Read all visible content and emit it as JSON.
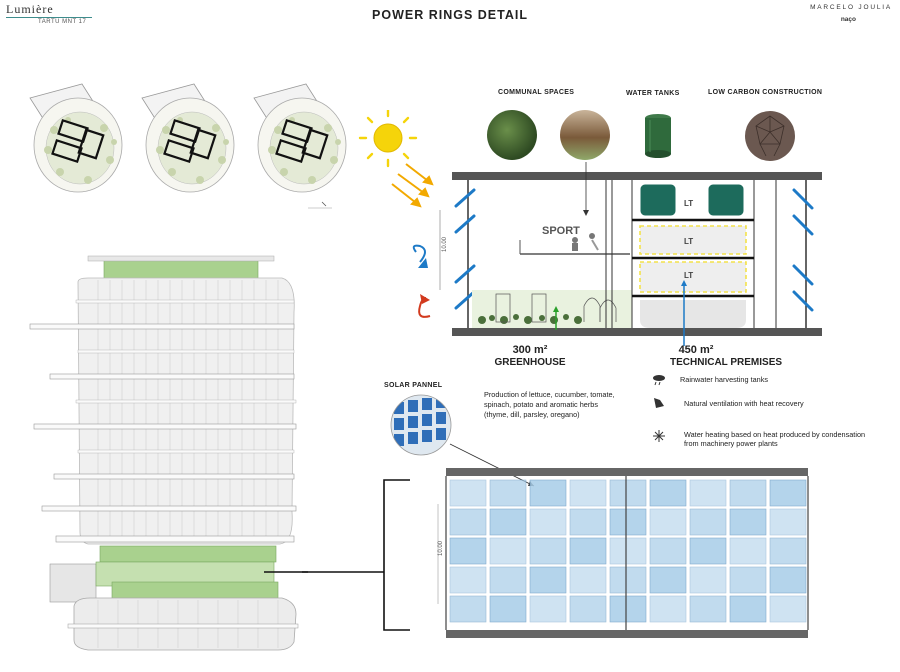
{
  "header": {
    "logo": "Lumière",
    "logo_sub": "TARTU MNT 17",
    "title": "POWER RINGS DETAIL",
    "brand": "MARCELO  JOULIA",
    "brand_sub": "naço"
  },
  "section": {
    "communal": "COMMUNAL SPACES",
    "water_tanks": "WATER TANKS",
    "low_carbon": "LOW CARBON CONSTRUCTION",
    "sport": "SPORT",
    "lt": [
      "LT",
      "LT",
      "LT"
    ],
    "dim": "10.00"
  },
  "areas": {
    "greenhouse_num": "300 m²",
    "greenhouse_label": "GREENHOUSE",
    "technical_num": "450 m²",
    "technical_label": "TECHNICAL PREMISES"
  },
  "legend": [
    {
      "icon": "rain-icon",
      "text": "Rainwater harvesting tanks"
    },
    {
      "icon": "wind-icon",
      "text": "Natural ventilation with heat recovery"
    },
    {
      "icon": "snowflake-icon",
      "text": "Water heating based on heat produced by condensation from machinery power plants"
    }
  ],
  "solar": {
    "label": "SOLAR PANNEL",
    "description": "Production of lettuce, cucumber, tomate, spinach, potato and aromatic herbs (thyme, dill, parsley, oregano)"
  },
  "facade": {
    "dim": "10.00"
  },
  "colors": {
    "teal": "#1d6b5c",
    "glass_blue": "#a8cde8",
    "frame_dark": "#3a3a3a",
    "green_ring": "#a9d18e",
    "arrow_orange": "#f2a900",
    "arrow_blue": "#1d7ac7",
    "arrow_red": "#d23a1e",
    "panel_blue": "#2f8ee0",
    "lt_yellow": "#f4e24a"
  }
}
